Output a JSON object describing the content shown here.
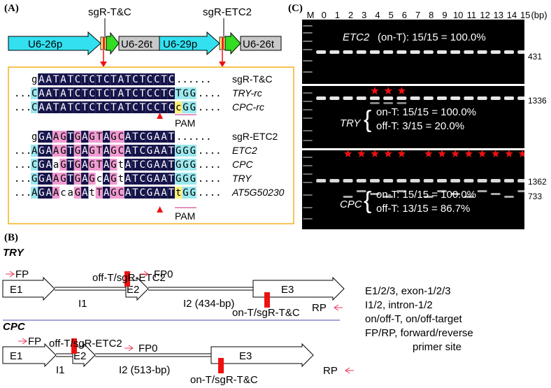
{
  "panels": {
    "a": "(A)",
    "b": "(B)",
    "c": "(C)"
  },
  "construct": {
    "sg1_label": "sgR-T&C",
    "sg2_label": "sgR-ETC2",
    "u6_26p": "U6-26p",
    "u6_26t_1": "U6-26t",
    "u6_29p": "U6-29p",
    "u6_26t_2": "U6-26t"
  },
  "alignment": {
    "block1": [
      {
        "pre": "",
        "lead": "g",
        "seq": "AATATCTCTCTATCTCCTC",
        "pam": "",
        "dots": "......",
        "label": "sgR-T&C",
        "italic": false
      },
      {
        "pre": "...",
        "lead": "C",
        "seq": "AATATCTCTCTATCTCCTC",
        "pam": "TGG",
        "dots": "....",
        "label": "TRY-rc",
        "italic": true
      },
      {
        "pre": "...",
        "lead": "C",
        "seq": "AATATCTCTCTATCTCCTC",
        "pam": "cGG",
        "dots": "....",
        "label": "CPC-rc",
        "italic": true
      }
    ],
    "pam1": "PAM",
    "block2": [
      {
        "pre": "",
        "lead": "g",
        "seq": "GAAGTGAGTAGCATCGAAT",
        "pam": "",
        "dots": "......",
        "label": "sgR-ETC2",
        "italic": false
      },
      {
        "pre": "...",
        "lead": "A",
        "seq": "GAAGTGAGTAGCATCGAAT",
        "pam": "GGG",
        "dots": "....",
        "label": "ETC2",
        "italic": true
      },
      {
        "pre": "...",
        "lead": "C",
        "seq": "GAaGTGAGTAGtATCGAAT",
        "pam": "GGG",
        "dots": "....",
        "label": "CPC",
        "italic": true
      },
      {
        "pre": "...",
        "lead": "G",
        "seq": "GAAGTGAGcAGtATCGAAT",
        "pam": "GGG",
        "dots": "....",
        "label": "TRY",
        "italic": true
      },
      {
        "pre": "...",
        "lead": "A",
        "seq": "GAAcaGAtTAGCATCGAAT",
        "pam": "tGG",
        "dots": "....",
        "label": "AT5G50230",
        "italic": true
      }
    ],
    "pam2": "PAM"
  },
  "gel": {
    "marker": "M",
    "lanes": [
      "0",
      "1",
      "2",
      "3",
      "4",
      "5",
      "6",
      "7",
      "8",
      "9",
      "10",
      "11",
      "12",
      "13",
      "14",
      "15"
    ],
    "unit": "(bp)",
    "etc2_title": "ETC2",
    "etc2_stat": "(on-T): 15/15 = 100.0%",
    "etc2_size": "431",
    "try_title": "TRY",
    "try_on": "on-T: 15/15 = 100.0%",
    "try_off": "off-T: 3/15 = 20.0%",
    "try_size": "1336",
    "try_stars": [
      4,
      5,
      6
    ],
    "cpc_title": "CPC",
    "cpc_on": "on-T: 15/15 = 100.0%",
    "cpc_off": "off-T: 13/15 = 86.7%",
    "cpc_size1": "1362",
    "cpc_size2": "733",
    "cpc_stars": [
      2,
      3,
      4,
      5,
      6,
      8,
      9,
      10,
      11,
      12,
      13,
      14,
      15
    ]
  },
  "gene_try": {
    "name": "TRY",
    "fp": "FP",
    "fp0": "FP0",
    "rp": "RP",
    "e1": "E1",
    "e2": "E2",
    "e3": "E3",
    "i1": "I1",
    "i2": "I2 (434-bp)",
    "off": "off-T/sgR-ETC2",
    "on": "on-T/sgR-T&C"
  },
  "gene_cpc": {
    "name": "CPC",
    "fp": "FP",
    "fp0": "FP0",
    "rp": "RP",
    "e1": "E1",
    "e2": "E2",
    "e3": "E3",
    "i1": "I1",
    "i2": "I2 (513-bp)",
    "off": "off-T/sgR-ETC2",
    "on": "on-T/sgR-T&C"
  },
  "legend": [
    "E1/2/3, exon-1/2/3",
    "I1/2, intron-1/2",
    "on/off-T, on/off-target",
    "FP/RP, forward/reverse",
    "primer site"
  ],
  "colors": {
    "u6": "#33e0f0",
    "sg": "#33dd22",
    "term": "#c8c8c8",
    "frame": "#f2b21a",
    "navy": "#14134a",
    "pink": "#f09ad0",
    "cyan": "#9ae8ee",
    "yellow": "#fff07a",
    "red": "#ee1111"
  }
}
